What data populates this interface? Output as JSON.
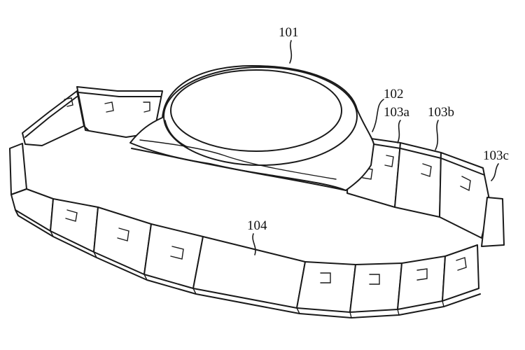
{
  "figure": {
    "labels": {
      "watch_body": "101",
      "connector": "102",
      "link_a": "103a",
      "link_b": "103b",
      "link_c": "103c",
      "band": "104"
    }
  }
}
